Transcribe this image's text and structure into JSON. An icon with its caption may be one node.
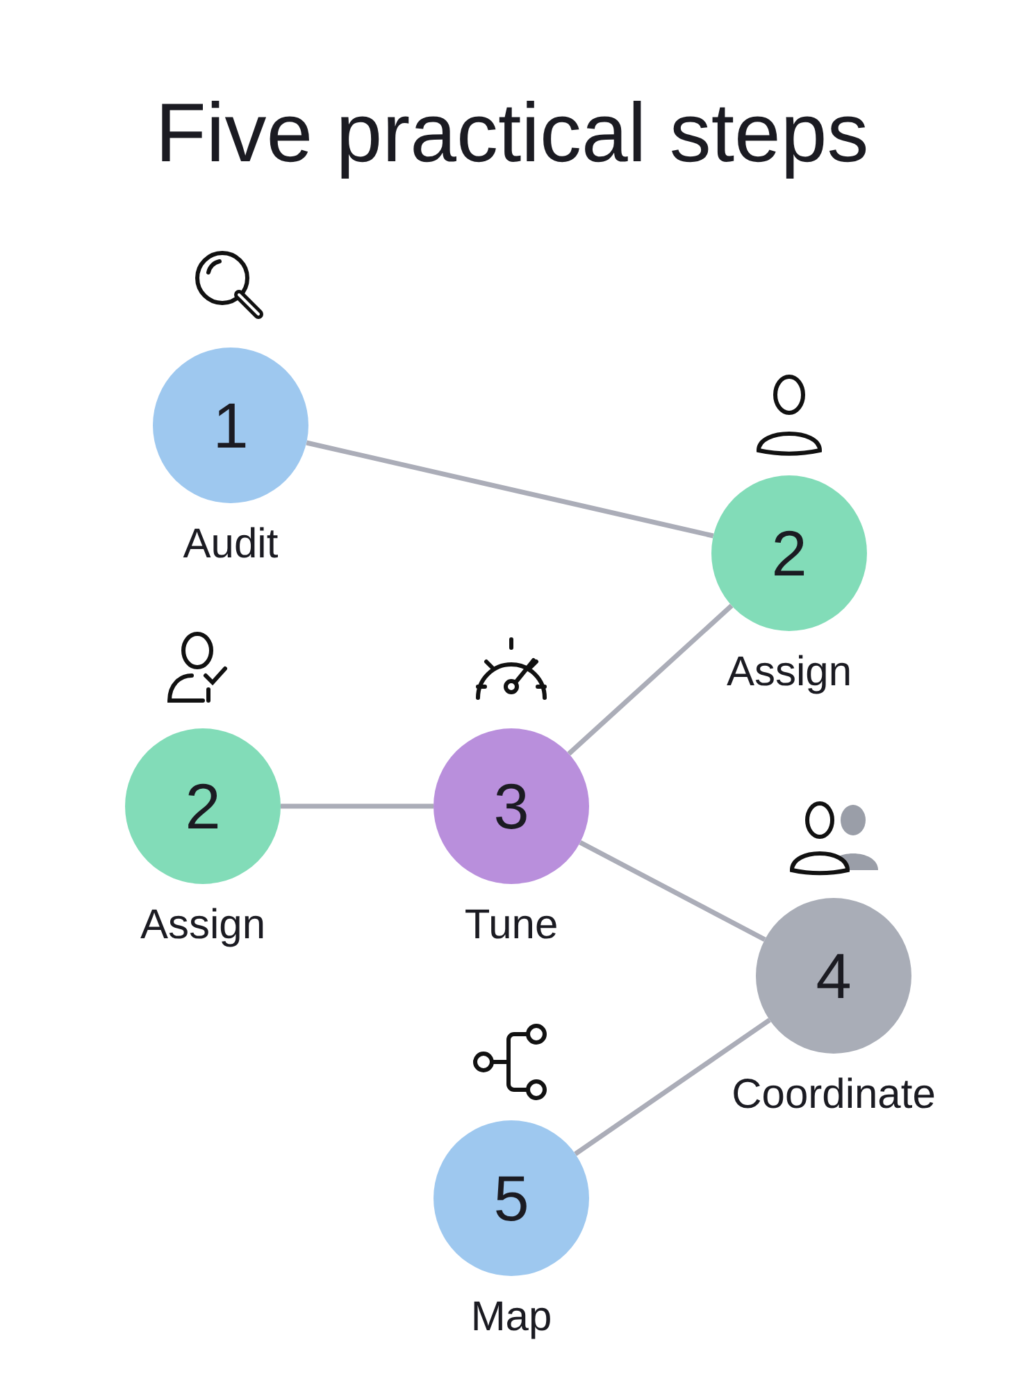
{
  "diagram": {
    "title": "Five practical steps",
    "nodes": [
      {
        "text": [
          "1"
        ],
        "beside": [
          "Audit"
        ]
      },
      {
        "text": [
          "2"
        ],
        "beside": [
          "Assign"
        ]
      },
      {
        "text": [
          "2"
        ],
        "beside": [
          "Assign"
        ]
      },
      {
        "text": [
          "3"
        ],
        "beside": [
          "Tune"
        ]
      },
      {
        "text": [
          "4"
        ],
        "beside": [
          "Coordinate"
        ]
      },
      {
        "text": [
          "5"
        ],
        "beside": [
          "Map"
        ]
      }
    ],
    "edges": [
      {
        "from": 0,
        "to": 1,
        "arrow": "none"
      },
      {
        "from": 1,
        "to": 3,
        "arrow": "none"
      },
      {
        "from": 2,
        "to": 3,
        "arrow": "none"
      },
      {
        "from": 3,
        "to": 4,
        "arrow": "none"
      },
      {
        "from": 4,
        "to": 5,
        "arrow": "none"
      }
    ]
  }
}
